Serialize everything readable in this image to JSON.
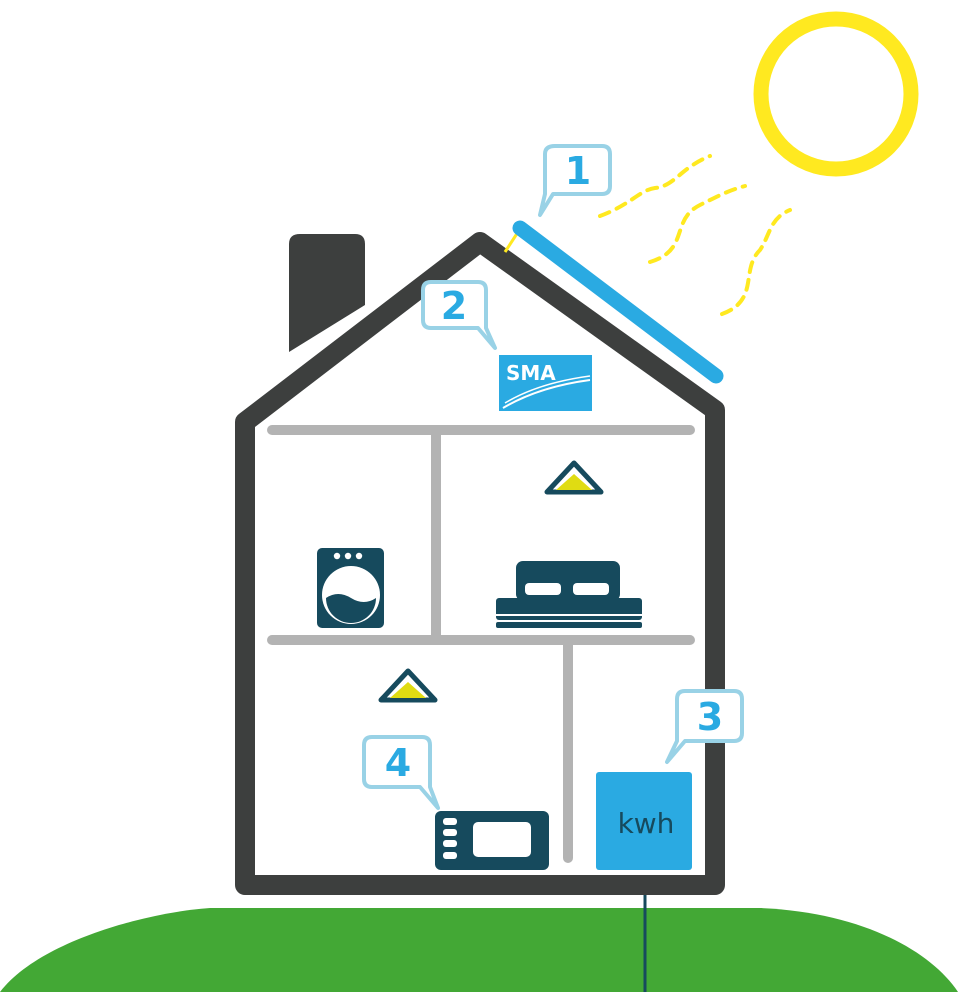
{
  "callouts": [
    {
      "id": "solar-panel",
      "number": "1"
    },
    {
      "id": "inverter",
      "number": "2"
    },
    {
      "id": "energy-meter",
      "number": "3"
    },
    {
      "id": "appliance",
      "number": "4"
    }
  ],
  "inverter": {
    "logo_text": "SMA"
  },
  "meter": {
    "label": "kwh"
  },
  "icons": [
    "sun-icon",
    "heat-wave-icon",
    "solar-panel-icon",
    "chimney-icon",
    "inverter-icon",
    "washing-machine-icon",
    "bed-icon",
    "microwave-icon",
    "smoke-detector-icon",
    "energy-meter-icon",
    "grid-cable-icon",
    "grass-hill"
  ],
  "colors": {
    "house_outline": "#3d3f3e",
    "wall_lines": "#b3b3b3",
    "accent_blue": "#2aaae2",
    "callout_border": "#99d2e6",
    "dark_teal": "#164a5d",
    "sun_yellow": "#ffe920",
    "grass_green": "#43a835"
  }
}
